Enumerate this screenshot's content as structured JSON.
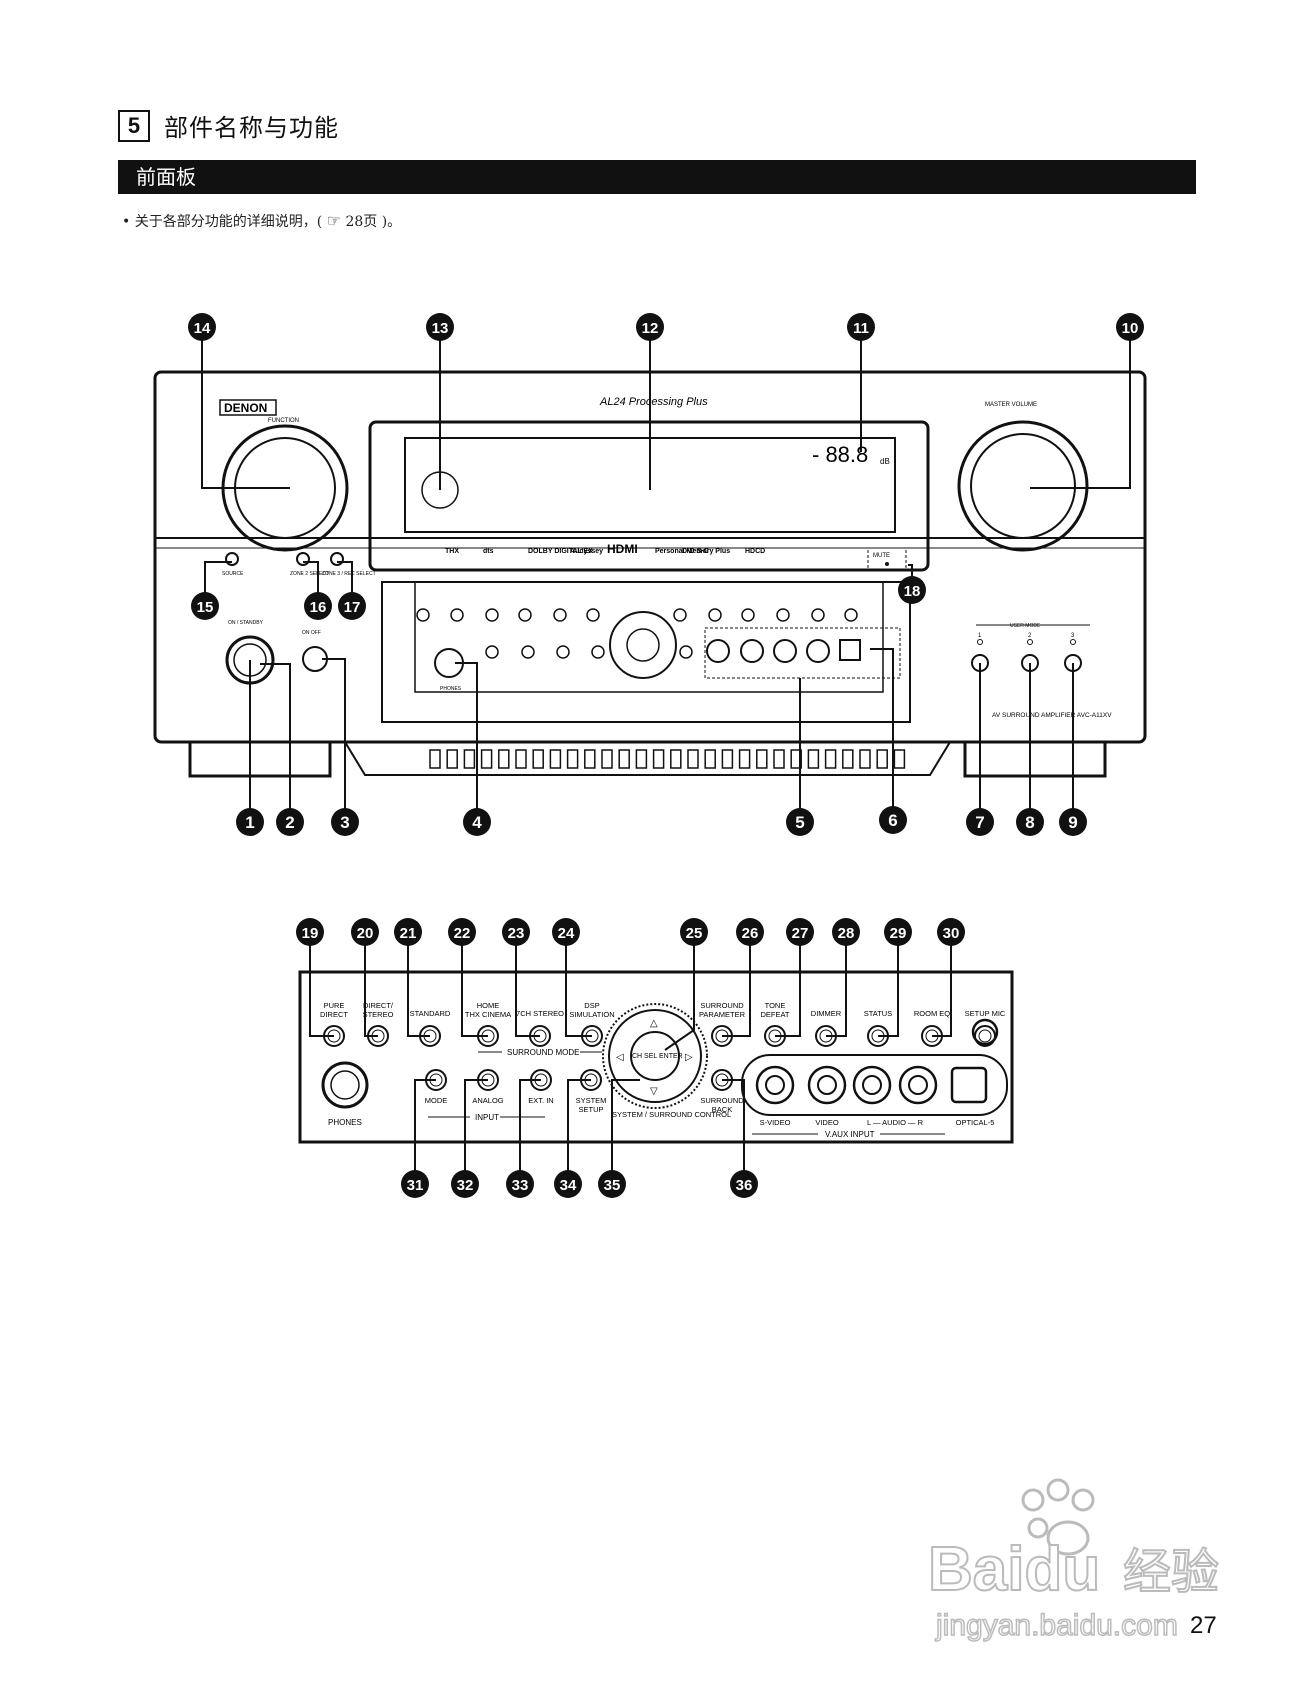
{
  "section": {
    "number": "5",
    "title": "部件名称与功能"
  },
  "bar": {
    "title": "前面板"
  },
  "note": {
    "bullet": "•",
    "text_before": "关于各部分功能的详细说明，(",
    "icon": "pointing-hand-icon",
    "page_ref": "28页",
    "text_after": ")。"
  },
  "panel": {
    "brand": "DENON",
    "function_label": "FUNCTION",
    "processing": "AL24 Processing Plus",
    "master_volume": "MASTER VOLUME",
    "display_readout": "- 88.8",
    "display_unit": "dB",
    "logos": [
      "THX",
      "dts",
      "DOLBY DIGITAL EX",
      "Audyssey",
      "HDMI",
      "Personal Memory Plus",
      "D·D·S·C",
      "HDCD"
    ],
    "source": "SOURCE",
    "zone2_select": "ZONE 2 SELECT",
    "zone3_rec_select": "ZONE 3 / REC SELECT",
    "on_standby": "ON / STANDBY",
    "on_off": "ON  OFF",
    "phones": "PHONES",
    "mute": "MUTE",
    "user_mode": "USER MODE",
    "user_mode_numbers": [
      "1",
      "2",
      "3"
    ],
    "model": "AV SURROUND AMPLIFIER AVC-A11XV"
  },
  "detail": {
    "top_buttons": [
      "PURE DIRECT",
      "DIRECT/ STEREO",
      "STANDARD",
      "HOME THX CINEMA",
      "7CH STEREO",
      "DSP SIMULATION",
      "SURROUND PARAMETER",
      "TONE DEFEAT",
      "DIMMER",
      "STATUS",
      "ROOM EQ",
      "SETUP MIC"
    ],
    "surround_mode": "SURROUND MODE",
    "bottom_buttons": [
      "MODE",
      "ANALOG",
      "EXT. IN",
      "SYSTEM SETUP",
      "SURROUND BACK"
    ],
    "input_group": "INPUT",
    "dial_center": "CH SEL ENTER",
    "dial_caption": "SYSTEM / SURROUND CONTROL",
    "phones": "PHONES",
    "aux_jacks": [
      "S-VIDEO",
      "VIDEO",
      "L — AUDIO — R",
      "OPTICAL-5"
    ],
    "aux_group": "V.AUX INPUT"
  },
  "callouts_top": [
    "14",
    "13",
    "12",
    "11",
    "10"
  ],
  "callouts_mid": [
    "15",
    "16",
    "17",
    "18"
  ],
  "callouts_bottom": [
    "1",
    "2",
    "3",
    "4",
    "5",
    "6",
    "7",
    "8",
    "9"
  ],
  "callouts_detail_top": [
    "19",
    "20",
    "21",
    "22",
    "23",
    "24",
    "25",
    "26",
    "27",
    "28",
    "29",
    "30"
  ],
  "callouts_detail_bottom": [
    "31",
    "32",
    "33",
    "34",
    "35",
    "36"
  ],
  "page_number": "27",
  "watermark": {
    "brand": "Baidu",
    "suffix": "经验",
    "url": "jingyan.baidu.com"
  }
}
